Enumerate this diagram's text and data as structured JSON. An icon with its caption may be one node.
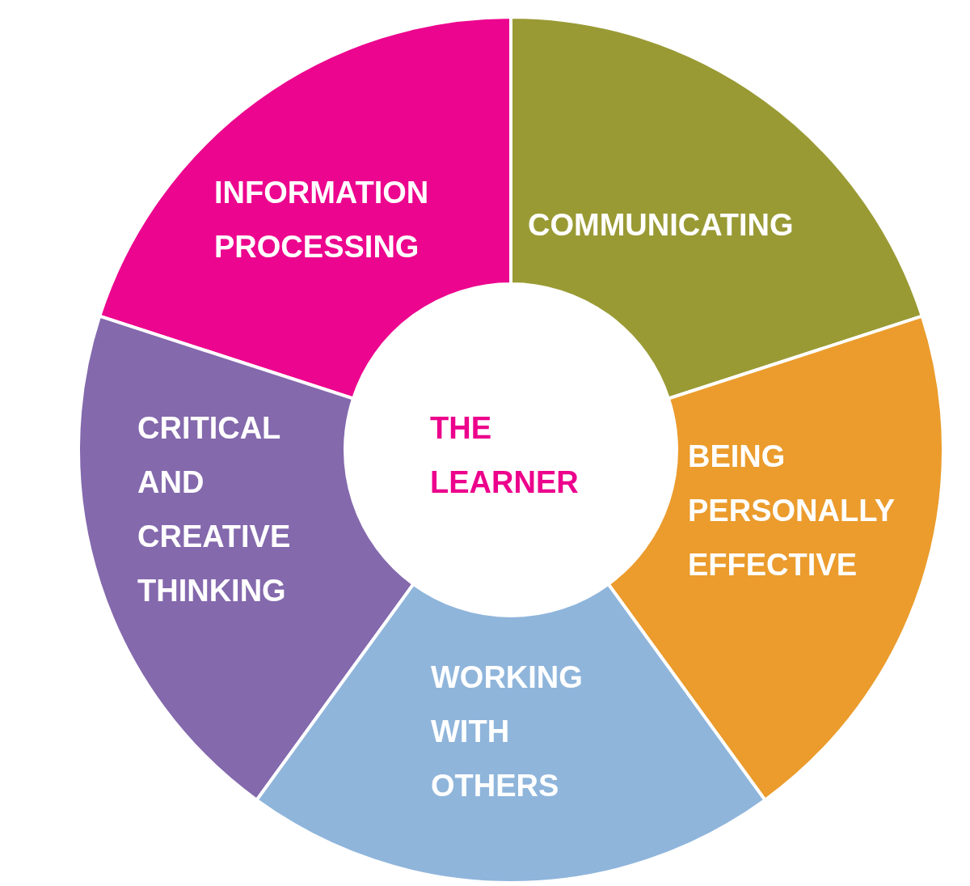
{
  "diagram": {
    "nodes": [
      {
        "text": [
          "INFORMATION PROCESSING"
        ]
      },
      {
        "text": [
          "COMMUNICATING"
        ]
      },
      {
        "text": [
          "CRITICAL AND CREATIVE THINKING"
        ]
      },
      {
        "text": [
          "THE LEARNER"
        ]
      },
      {
        "text": [
          "BEING PERSONALLY EFFECTIVE"
        ]
      },
      {
        "text": [
          "WORKING WITH OTHERS"
        ]
      }
    ],
    "edges": []
  }
}
